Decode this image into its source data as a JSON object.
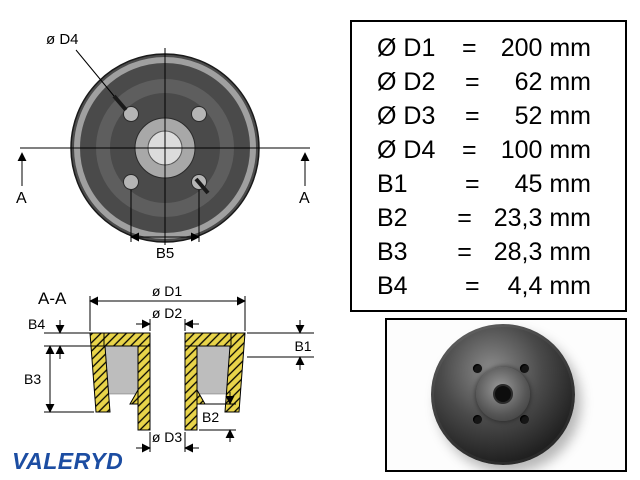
{
  "dimension_table": {
    "equals": "=",
    "rows": [
      {
        "label": "Ø D1",
        "value": "200 mm"
      },
      {
        "label": "Ø D2",
        "value": "62 mm"
      },
      {
        "label": "Ø D3",
        "value": "52 mm"
      },
      {
        "label": "Ø D4",
        "value": "100 mm"
      },
      {
        "label": "B1",
        "value": "45 mm"
      },
      {
        "label": "B2",
        "value": "23,3 mm"
      },
      {
        "label": "B3",
        "value": "28,3 mm"
      },
      {
        "label": "B4",
        "value": "4,4 mm"
      }
    ]
  },
  "front_view": {
    "d4_label": "ø D4",
    "section_marker_left": "A",
    "section_marker_right": "A",
    "b5_label": "B5"
  },
  "section_view": {
    "title": "A-A",
    "d1_label": "ø D1",
    "d2_label": "ø D2",
    "d3_label": "ø D3",
    "b1_label": "B1",
    "b2_label": "B2",
    "b3_label": "B3",
    "b4_label": "B4"
  },
  "branding": {
    "logo_text": "VALERYD",
    "logo_color": "#1c4da2"
  },
  "colors": {
    "hatch_yellow": "#e8d44a",
    "drum_body_gray": "#4a4a4a",
    "section_gray": "#bdbdbd"
  }
}
